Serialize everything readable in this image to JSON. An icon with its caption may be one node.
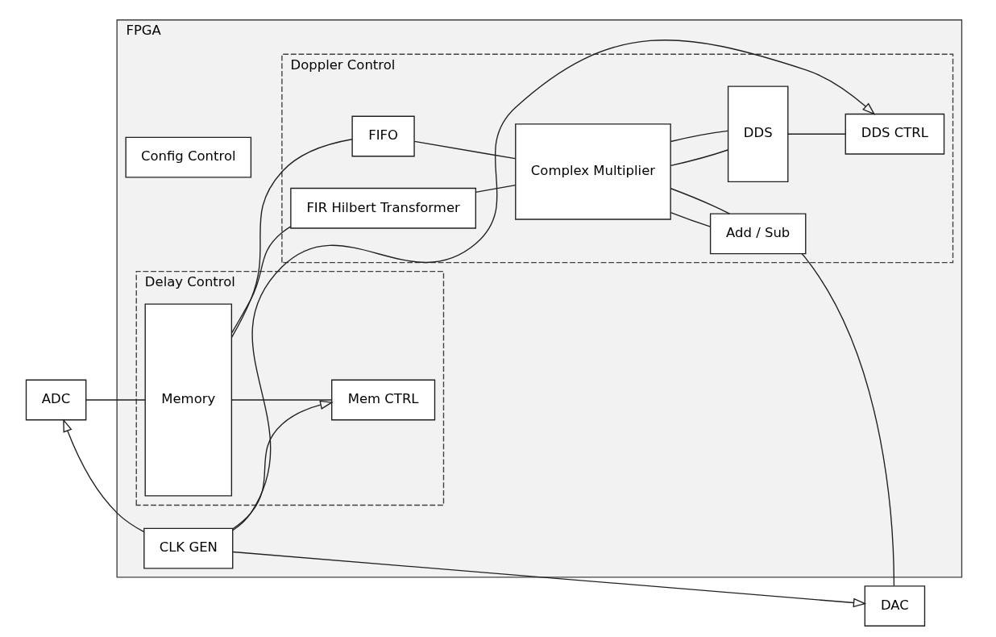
{
  "diagram": {
    "nodes": [
      {
        "text": [
          "FPGA"
        ]
      },
      {
        "text": [
          "Delay Control"
        ],
        "in": 0
      },
      {
        "text": [
          "Doppler Control"
        ],
        "in": 0
      },
      {
        "text": [
          "Config Control"
        ],
        "in": 0
      },
      {
        "text": [
          "ADC"
        ]
      },
      {
        "text": [
          "Memory"
        ],
        "in": 1
      },
      {
        "text": [
          "Mem CTRL"
        ],
        "in": 1
      },
      {
        "text": [
          "FIFO"
        ],
        "in": 2
      },
      {
        "text": [
          "FIR Hilbert Transformer"
        ],
        "in": 2
      },
      {
        "text": [
          "Complex Multiplier"
        ],
        "in": 2
      },
      {
        "text": [
          "Add / Sub"
        ],
        "in": 2
      },
      {
        "text": [
          "DDS"
        ],
        "in": 2
      },
      {
        "text": [
          "DDS CTRL"
        ],
        "in": 2
      },
      {
        "text": [
          "DAC"
        ]
      },
      {
        "text": [
          "CLK GEN"
        ],
        "in": 0
      }
    ],
    "edges": [
      {
        "from": 4,
        "to": 5,
        "arrow": "none"
      },
      {
        "from": 5,
        "to": 7,
        "arrow": "none"
      },
      {
        "from": 5,
        "to": 8,
        "arrow": "none"
      },
      {
        "from": 7,
        "to": 9,
        "arrow": "none"
      },
      {
        "from": 8,
        "to": 9,
        "arrow": "none"
      },
      {
        "from": 9,
        "to": 10,
        "arrow": "none"
      },
      {
        "from": 9,
        "to": 10,
        "arrow": "none"
      },
      {
        "from": 9,
        "to": 11,
        "arrow": "none"
      },
      {
        "from": 9,
        "to": 11,
        "arrow": "none"
      },
      {
        "from": 10,
        "to": 13,
        "arrow": "none"
      },
      {
        "from": 5,
        "to": 6,
        "arrow": "none"
      },
      {
        "from": 11,
        "to": 12,
        "arrow": "none"
      },
      {
        "from": 14,
        "to": 4,
        "arrow": "to"
      },
      {
        "from": 14,
        "to": 6,
        "arrow": "to"
      },
      {
        "from": 14,
        "to": 12,
        "arrow": "to"
      },
      {
        "from": 14,
        "to": 13,
        "arrow": "to"
      }
    ]
  }
}
